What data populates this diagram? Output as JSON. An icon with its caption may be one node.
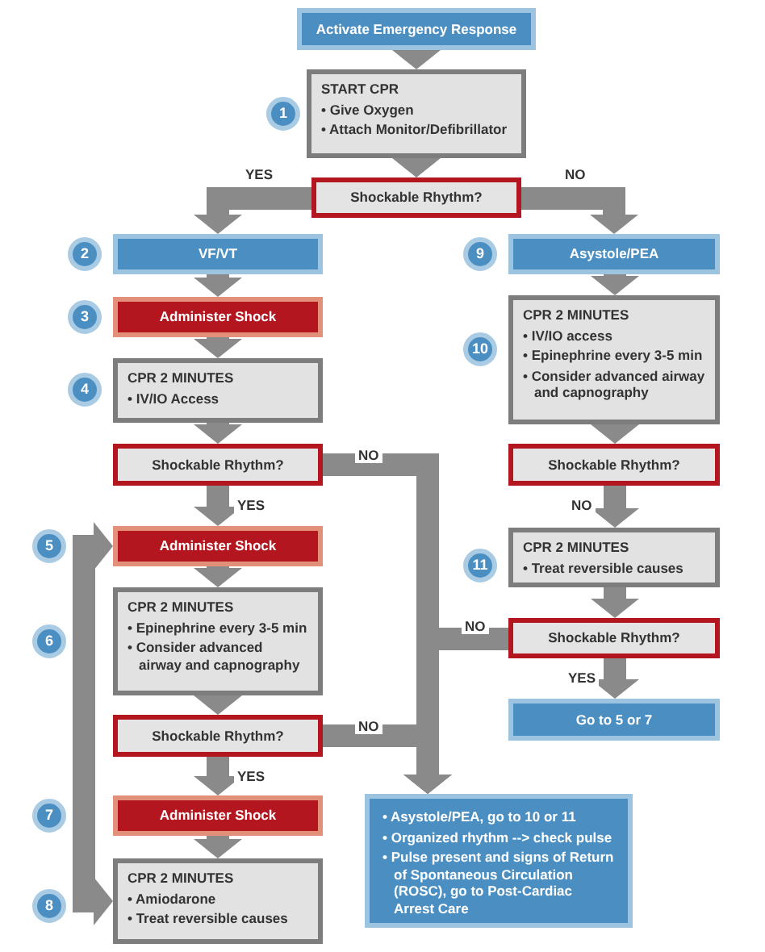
{
  "diagram": {
    "nodes": [
      {
        "text": [
          "Activate Emergency Response"
        ]
      },
      {
        "text": [
          "START CPR",
          "• Give Oxygen",
          "• Attach Monitor/Defibrillator"
        ]
      },
      {
        "text": [
          "Shockable Rhythm?"
        ]
      },
      {
        "text": [
          "VF/VT"
        ]
      },
      {
        "text": [
          "Asystole/PEA"
        ]
      },
      {
        "text": [
          "Administer Shock"
        ]
      },
      {
        "text": [
          "CPR 2 MINUTES",
          "• IV/IO Access"
        ]
      },
      {
        "text": [
          "Shockable Rhythm?"
        ]
      },
      {
        "text": [
          "Administer Shock"
        ]
      },
      {
        "text": [
          "CPR 2 MINUTES",
          "• Epinephrine every 3-5 min",
          "• Consider advanced airway and capnography"
        ]
      },
      {
        "text": [
          "Shockable Rhythm?"
        ]
      },
      {
        "text": [
          "Administer Shock"
        ]
      },
      {
        "text": [
          "CPR 2 MINUTES",
          "• Amiodarone",
          "• Treat reversible causes"
        ]
      },
      {
        "text": [
          "CPR 2 MINUTES",
          "• IV/IO access",
          "• Epinephrine every 3-5 min",
          "• Consider advanced airway and capnography"
        ]
      },
      {
        "text": [
          "Shockable Rhythm?"
        ]
      },
      {
        "text": [
          "CPR 2 MINUTES",
          "• Treat reversible causes"
        ]
      },
      {
        "text": [
          "Shockable Rhythm?"
        ]
      },
      {
        "text": [
          "Go to 5 or 7"
        ]
      },
      {
        "text": [
          "• Asystole/PEA, go to 10 or 11",
          "• Organized rhythm --> check pulse",
          "• Pulse present and signs of Return of Spontaneous Circulation (ROSC), go to Post-Cardiac Arrest Care"
        ]
      },
      {
        "text": [
          "1"
        ]
      },
      {
        "text": [
          "2"
        ]
      },
      {
        "text": [
          "3"
        ]
      },
      {
        "text": [
          "4"
        ]
      },
      {
        "text": [
          "5"
        ]
      },
      {
        "text": [
          "6"
        ]
      },
      {
        "text": [
          "7"
        ]
      },
      {
        "text": [
          "8"
        ]
      },
      {
        "text": [
          "9"
        ]
      },
      {
        "text": [
          "10"
        ]
      },
      {
        "text": [
          "11"
        ]
      }
    ],
    "edges": [
      {
        "from": 0,
        "to": 1,
        "arrow": "to"
      },
      {
        "from": 1,
        "to": 2,
        "arrow": "to"
      },
      {
        "from": 2,
        "to": 3,
        "arrow": "to",
        "label": "YES"
      },
      {
        "from": 2,
        "to": 4,
        "arrow": "to",
        "label": "NO"
      },
      {
        "from": 3,
        "to": 5,
        "arrow": "to"
      },
      {
        "from": 5,
        "to": 6,
        "arrow": "to"
      },
      {
        "from": 6,
        "to": 7,
        "arrow": "to"
      },
      {
        "from": 7,
        "to": 8,
        "arrow": "to",
        "label": "YES"
      },
      {
        "from": 7,
        "to": 18,
        "arrow": "to",
        "label": "NO"
      },
      {
        "from": 8,
        "to": 9,
        "arrow": "to"
      },
      {
        "from": 9,
        "to": 10,
        "arrow": "to"
      },
      {
        "from": 10,
        "to": 11,
        "arrow": "to",
        "label": "YES"
      },
      {
        "from": 10,
        "to": 18,
        "arrow": "to",
        "label": "NO"
      },
      {
        "from": 11,
        "to": 12,
        "arrow": "to"
      },
      {
        "from": 12,
        "to": 8,
        "arrow": "both"
      },
      {
        "from": 4,
        "to": 13,
        "arrow": "to"
      },
      {
        "from": 13,
        "to": 14,
        "arrow": "to"
      },
      {
        "from": 14,
        "to": 15,
        "arrow": "to",
        "label": "NO"
      },
      {
        "from": 15,
        "to": 16,
        "arrow": "to"
      },
      {
        "from": 16,
        "to": 18,
        "arrow": "to",
        "label": "NO"
      },
      {
        "from": 16,
        "to": 17,
        "arrow": "to",
        "label": "YES"
      }
    ]
  }
}
